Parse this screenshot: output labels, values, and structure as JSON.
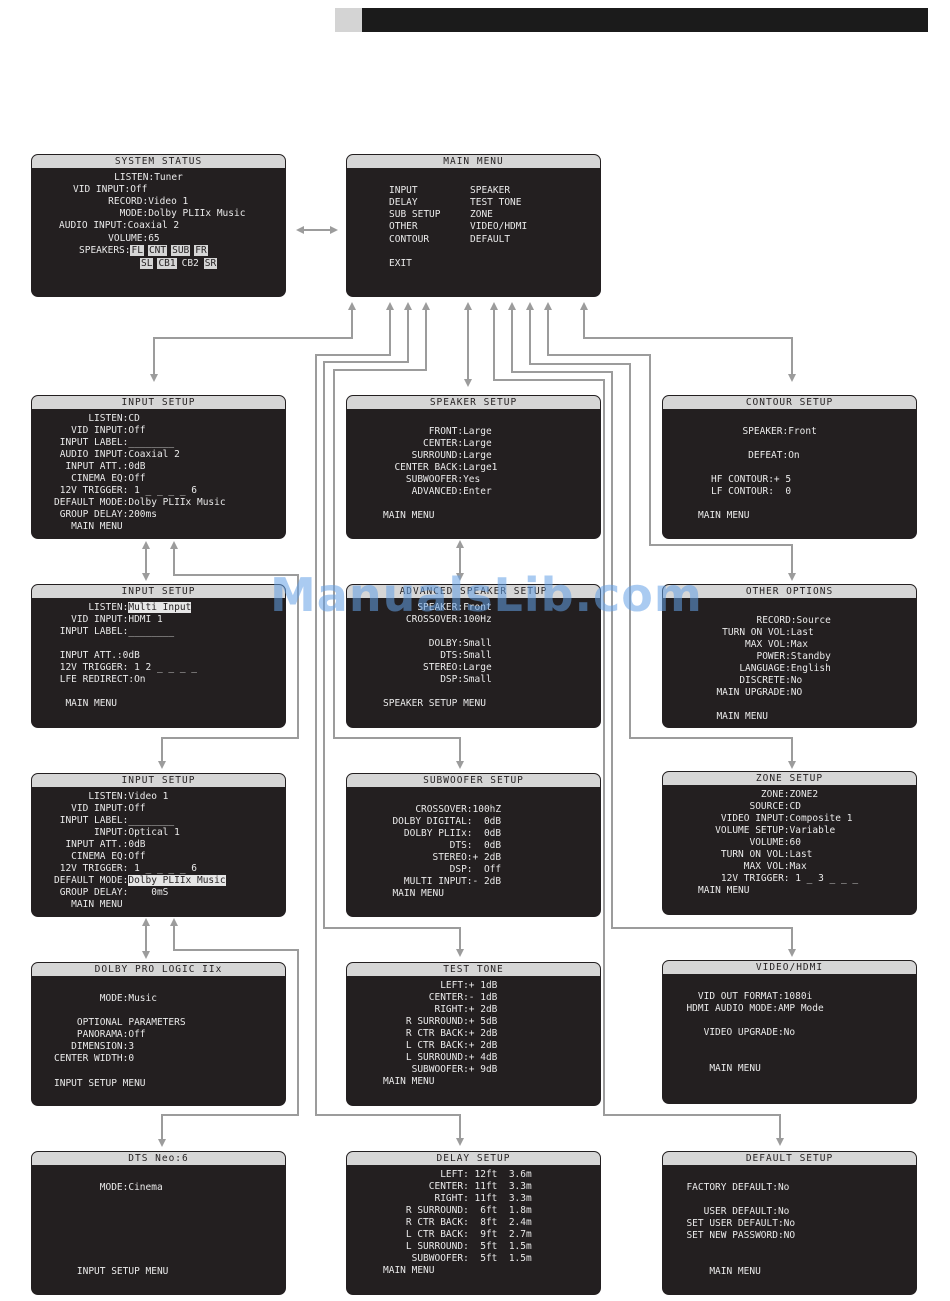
{
  "watermark": "ManualsLib.com",
  "system_status": {
    "title": "SYSTEM STATUS",
    "lines": [
      "   LISTEN:Tuner",
      "VID INPUT:Off",
      "   RECORD:Video 1",
      "     MODE:Dolby PLIIx Music",
      "AUDIO INPUT:Coaxial 2",
      "   VOLUME:65"
    ],
    "speakers_label": "SPEAKERS:",
    "speakers_row1": [
      "FL",
      "CNT",
      "SUB",
      "FR"
    ],
    "speakers_row2": [
      "SL",
      "CB1",
      "CB2",
      "SR"
    ]
  },
  "main_menu": {
    "title": "MAIN MENU",
    "left": [
      "INPUT",
      "DELAY",
      "SUB SETUP",
      "OTHER",
      "CONTOUR",
      "",
      "EXIT"
    ],
    "right": [
      "SPEAKER",
      "TEST TONE",
      "ZONE",
      "VIDEO/HDMI",
      "DEFAULT"
    ]
  },
  "input_setup_1": {
    "title": "INPUT SETUP",
    "lines": [
      "      LISTEN:CD",
      "   VID INPUT:Off",
      " INPUT LABEL:________",
      " AUDIO INPUT:Coaxial 2",
      "  INPUT ATT.:0dB",
      "   CINEMA EQ:Off",
      " 12V TRIGGER: 1 _ _ _ _ 6",
      "DEFAULT MODE:Dolby PLIIx Music",
      " GROUP DELAY:200ms",
      "   MAIN MENU"
    ]
  },
  "speaker_setup": {
    "title": "SPEAKER SETUP",
    "lines": [
      "",
      "        FRONT:Large",
      "       CENTER:Large",
      "     SURROUND:Large",
      "  CENTER BACK:Large1",
      "    SUBWOOFER:Yes",
      "     ADVANCED:Enter",
      "",
      "MAIN MENU"
    ]
  },
  "contour_setup": {
    "title": "CONTOUR SETUP",
    "lines": [
      "",
      "  SPEAKER:Front",
      "",
      "   DEFEAT:On",
      "",
      "HF CONTOUR:+ 5",
      "LF CONTOUR:  0",
      "",
      "MAIN MENU"
    ]
  },
  "input_setup_2": {
    "title": "INPUT SETUP",
    "lines_pre": "      LISTEN:",
    "listen_value": "Multi Input",
    "lines": [
      "   VID INPUT:HDMI 1",
      " INPUT LABEL:________",
      "",
      " INPUT ATT.:0dB",
      " 12V TRIGGER: 1 2 _ _ _ _",
      " LFE REDIRECT:On",
      "",
      "  MAIN MENU"
    ]
  },
  "advanced_speaker": {
    "title": "ADVANCED SPEAKER SETUP",
    "lines": [
      "      SPEAKER:Front",
      "    CROSSOVER:100Hz",
      "",
      "        DOLBY:Small",
      "          DTS:Small",
      "       STEREO:Large",
      "          DSP:Small",
      "",
      "SPEAKER SETUP MENU"
    ]
  },
  "other_options": {
    "title": "OTHER OPTIONS",
    "lines": [
      "",
      "         RECORD:Source",
      "   TURN ON VOL:Last",
      "       MAX VOL:Max",
      "         POWER:Standby",
      "      LANGUAGE:English",
      "      DISCRETE:No",
      "  MAIN UPGRADE:NO",
      "",
      "  MAIN MENU"
    ]
  },
  "input_setup_3": {
    "title": "INPUT SETUP",
    "lines": [
      "      LISTEN:Video 1",
      "   VID INPUT:Off",
      " INPUT LABEL:________",
      "       INPUT:Optical 1",
      "  INPUT ATT.:0dB",
      "   CINEMA EQ:Off",
      " 12V TRIGGER: 1 _ _ _ _ 6"
    ],
    "default_mode_label": "DEFAULT MODE:",
    "default_mode_value": "Dolby PLIIx Music",
    "lines_post": [
      " GROUP DELAY:    0mS",
      "   MAIN MENU"
    ]
  },
  "subwoofer_setup": {
    "title": "SUBWOOFER SETUP",
    "lines": [
      "",
      "      CROSSOVER:100hZ",
      "  DOLBY DIGITAL:  0dB",
      "    DOLBY PLIIx:  0dB",
      "            DTS:  0dB",
      "         STEREO:+ 2dB",
      "            DSP:  Off",
      "    MULTI INPUT:- 2dB",
      "  MAIN MENU"
    ]
  },
  "zone_setup": {
    "title": "ZONE SETUP",
    "lines": [
      "           ZONE:ZONE2",
      "         SOURCE:CD",
      "    VIDEO INPUT:Composite 1",
      "   VOLUME SETUP:Variable",
      "         VOLUME:60",
      "    TURN ON VOL:Last",
      "        MAX VOL:Max",
      "    12V TRIGGER: 1 _ 3 _ _ _",
      "MAIN MENU"
    ]
  },
  "dolby_plii": {
    "title": "DOLBY PRO LOGIC IIx",
    "lines": [
      "",
      "        MODE:Music",
      "",
      "    OPTIONAL PARAMETERS",
      "    PANORAMA:Off",
      "   DIMENSION:3",
      "CENTER WIDTH:0",
      "",
      "INPUT SETUP MENU"
    ]
  },
  "test_tone": {
    "title": "TEST TONE",
    "lines": [
      "          LEFT:+ 1dB",
      "        CENTER:- 1dB",
      "         RIGHT:+ 2dB",
      "    R SURROUND:+ 5dB",
      "    R CTR BACK:+ 2dB",
      "    L CTR BACK:+ 2dB",
      "    L SURROUND:+ 4dB",
      "     SUBWOOFER:+ 9dB",
      "MAIN MENU"
    ]
  },
  "video_hdmi": {
    "title": "VIDEO/HDMI",
    "lines": [
      "",
      "    VID OUT FORMAT:1080i",
      "  HDMI AUDIO MODE:AMP Mode",
      "",
      "     VIDEO UPGRADE:No",
      "",
      "",
      "      MAIN MENU"
    ]
  },
  "dts_neo": {
    "title": "DTS Neo:6",
    "lines": [
      "",
      "        MODE:Cinema",
      "",
      "",
      "",
      "",
      "",
      "",
      "    INPUT SETUP MENU"
    ]
  },
  "delay_setup": {
    "title": "DELAY SETUP",
    "lines": [
      "          LEFT: 12ft  3.6m",
      "        CENTER: 11ft  3.3m",
      "         RIGHT: 11ft  3.3m",
      "    R SURROUND:  6ft  1.8m",
      "    R CTR BACK:  8ft  2.4m",
      "    L CTR BACK:  9ft  2.7m",
      "    L SURROUND:  5ft  1.5m",
      "     SUBWOOFER:  5ft  1.5m",
      "MAIN MENU"
    ]
  },
  "default_setup": {
    "title": "DEFAULT SETUP",
    "lines": [
      "",
      "  FACTORY DEFAULT:No",
      "",
      "     USER DEFAULT:No",
      "  SET USER DEFAULT:No",
      "  SET NEW PASSWORD:NO",
      "",
      "",
      "      MAIN MENU"
    ]
  }
}
